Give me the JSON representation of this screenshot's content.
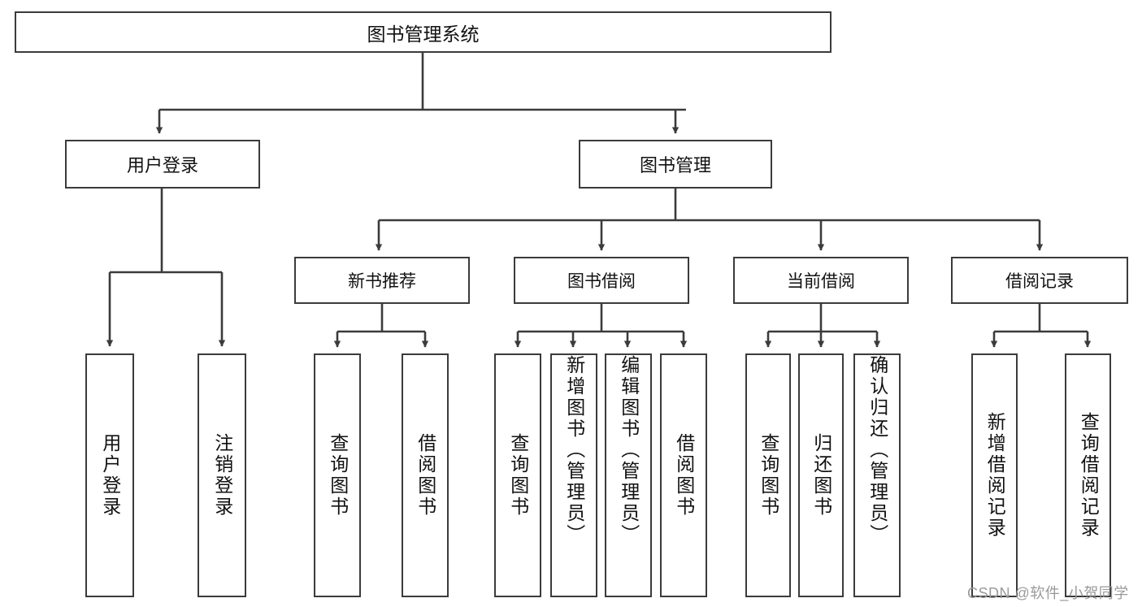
{
  "diagram": {
    "type": "tree-hierarchy",
    "title": "图书管理系统",
    "watermark": "CSDN @软件_小贺同学",
    "colors": {
      "box_border": "#3b3b3b",
      "box_fill": "#ffffff",
      "connector": "#3b3b3b",
      "text": "#111111",
      "watermark": "#9a9a9a",
      "background": "#ffffff"
    },
    "nodes": {
      "root": {
        "label": "图书管理系统"
      },
      "level1": [
        {
          "id": "user-login",
          "label": "用户登录"
        },
        {
          "id": "book-management",
          "label": "图书管理"
        }
      ],
      "level2": [
        {
          "id": "new-book-recommend",
          "label": "新书推荐",
          "parent": "book-management"
        },
        {
          "id": "book-borrow",
          "label": "图书借阅",
          "parent": "book-management"
        },
        {
          "id": "current-borrow",
          "label": "当前借阅",
          "parent": "book-management"
        },
        {
          "id": "borrow-record",
          "label": "借阅记录",
          "parent": "book-management"
        }
      ],
      "leaves": [
        {
          "id": "leaf-user-login",
          "label": "用户登录",
          "parent": "user-login"
        },
        {
          "id": "leaf-logout",
          "label": "注销登录",
          "parent": "user-login"
        },
        {
          "id": "leaf-query-book-1",
          "label": "查询图书",
          "parent": "new-book-recommend"
        },
        {
          "id": "leaf-borrow-book-1",
          "label": "借阅图书",
          "parent": "new-book-recommend"
        },
        {
          "id": "leaf-query-book-2",
          "label": "查询图书",
          "parent": "book-borrow"
        },
        {
          "id": "leaf-add-book",
          "label": "新增图书（管理员）",
          "parent": "book-borrow"
        },
        {
          "id": "leaf-edit-book",
          "label": "编辑图书（管理员）",
          "parent": "book-borrow"
        },
        {
          "id": "leaf-borrow-book-2",
          "label": "借阅图书",
          "parent": "book-borrow"
        },
        {
          "id": "leaf-query-book-3",
          "label": "查询图书",
          "parent": "current-borrow"
        },
        {
          "id": "leaf-return-book",
          "label": "归还图书",
          "parent": "current-borrow"
        },
        {
          "id": "leaf-confirm-return",
          "label": "确认归还（管理员）",
          "parent": "current-borrow"
        },
        {
          "id": "leaf-add-record",
          "label": "新增借阅记录",
          "parent": "borrow-record"
        },
        {
          "id": "leaf-query-record",
          "label": "查询借阅记录",
          "parent": "borrow-record"
        }
      ]
    }
  }
}
